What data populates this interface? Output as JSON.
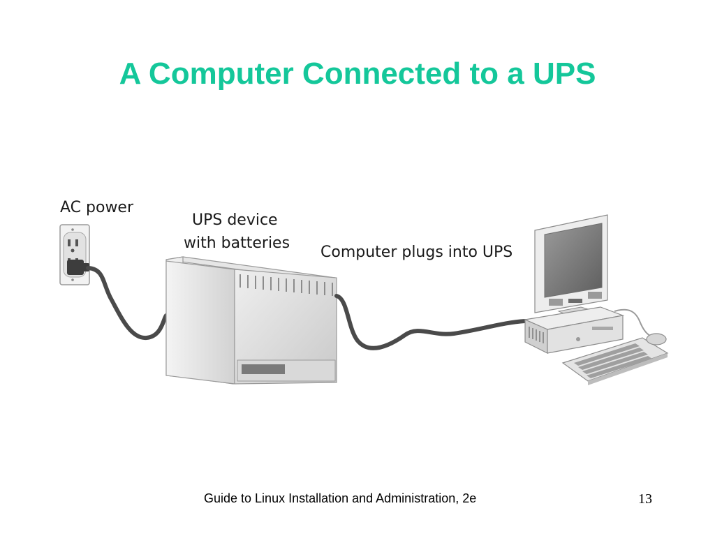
{
  "slide": {
    "title": "A Computer Connected to a UPS",
    "footer": "Guide to Linux Installation and Administration, 2e",
    "page_number": "13"
  },
  "diagram": {
    "labels": {
      "ac_power": "AC power",
      "ups_line1": "UPS device",
      "ups_line2": "with batteries",
      "computer": "Computer plugs into UPS"
    }
  }
}
